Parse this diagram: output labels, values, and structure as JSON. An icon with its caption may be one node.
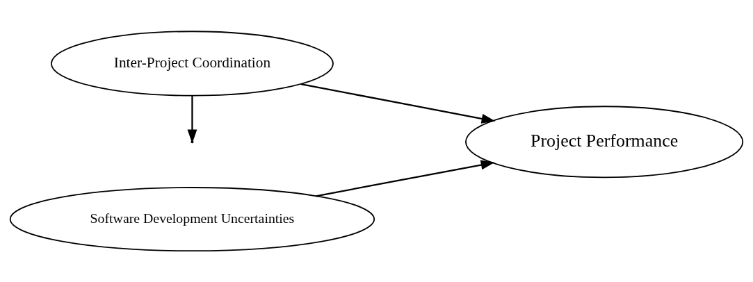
{
  "diagram": {
    "nodes": [
      {
        "text": [
          "Inter-Project Coordination"
        ]
      },
      {
        "text": [
          "Software Development Uncertainties"
        ]
      },
      {
        "text": [
          "Project Performance"
        ]
      }
    ],
    "edges": [
      {
        "from": 1,
        "to": 2,
        "arrow": "to"
      },
      {
        "from": 0,
        "to": 2,
        "arrow": "to"
      },
      {
        "from": 0,
        "to": null,
        "arrow": "to"
      }
    ]
  }
}
